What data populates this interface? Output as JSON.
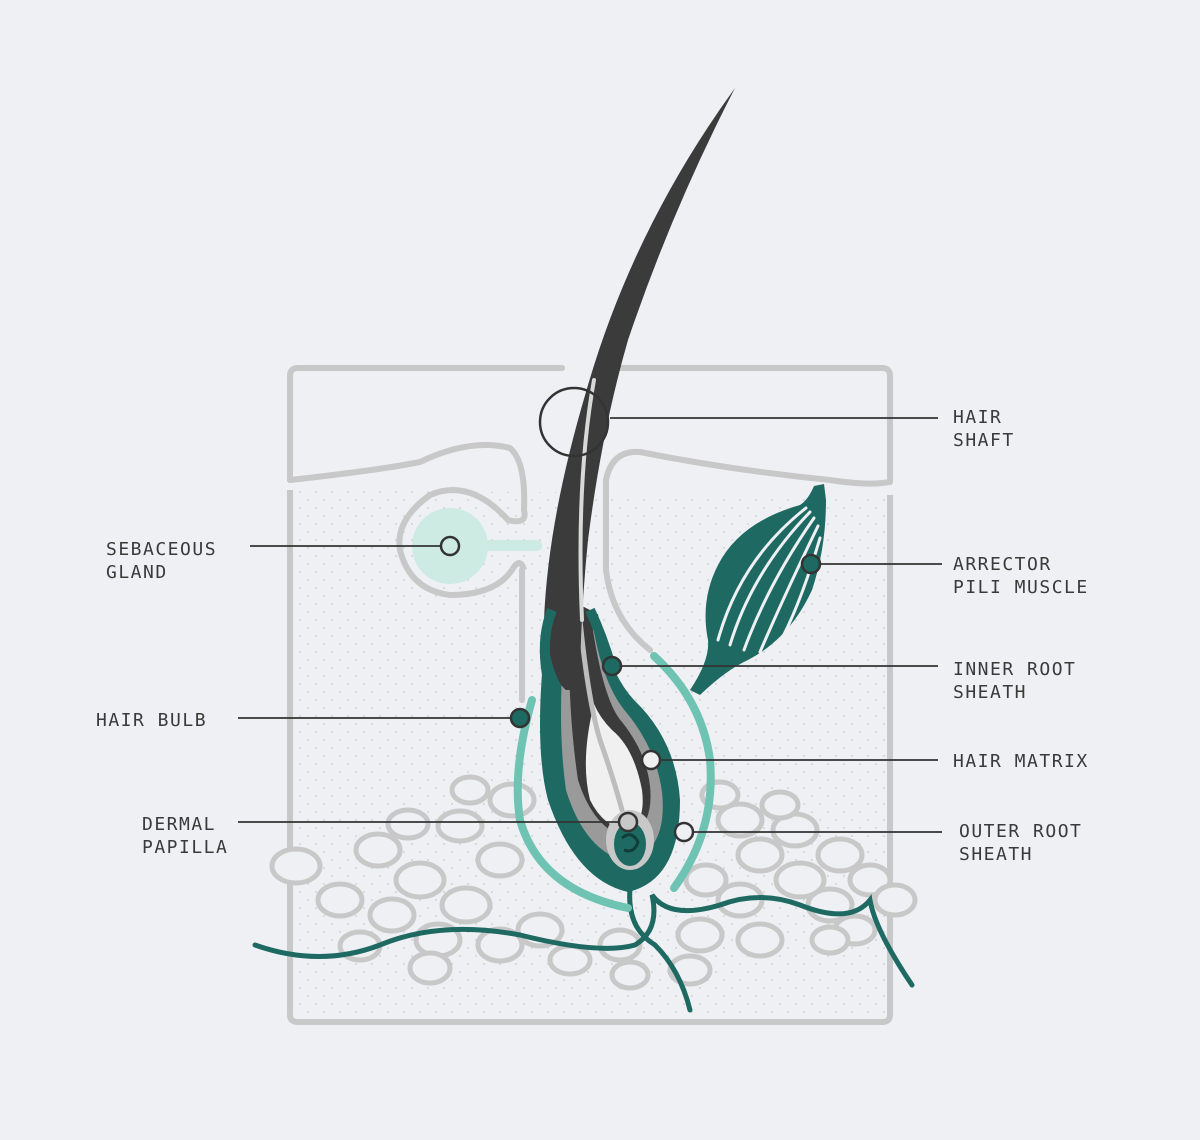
{
  "diagram": {
    "colors": {
      "background": "#eef0f4",
      "outline": "#c8c8c8",
      "hair": "#3b3b3b",
      "teal_dark": "#1e6a63",
      "teal_light": "#6ec3b2",
      "mint": "#cdebe2",
      "pointer": "#333333"
    },
    "labels": {
      "hair_shaft": [
        "HAIR",
        "SHAFT"
      ],
      "sebaceous_gland": [
        "SEBACEOUS",
        "GLAND"
      ],
      "arrector_pili_muscle": [
        "ARRECTOR",
        "PILI MUSCLE"
      ],
      "inner_root_sheath": [
        "INNER ROOT",
        "SHEATH"
      ],
      "hair_bulb": [
        "HAIR BULB"
      ],
      "hair_matrix": [
        "HAIR MATRIX"
      ],
      "dermal_papilla": [
        "DERMAL",
        "PAPILLA"
      ],
      "outer_root_sheath": [
        "OUTER ROOT",
        "SHEATH"
      ]
    }
  }
}
